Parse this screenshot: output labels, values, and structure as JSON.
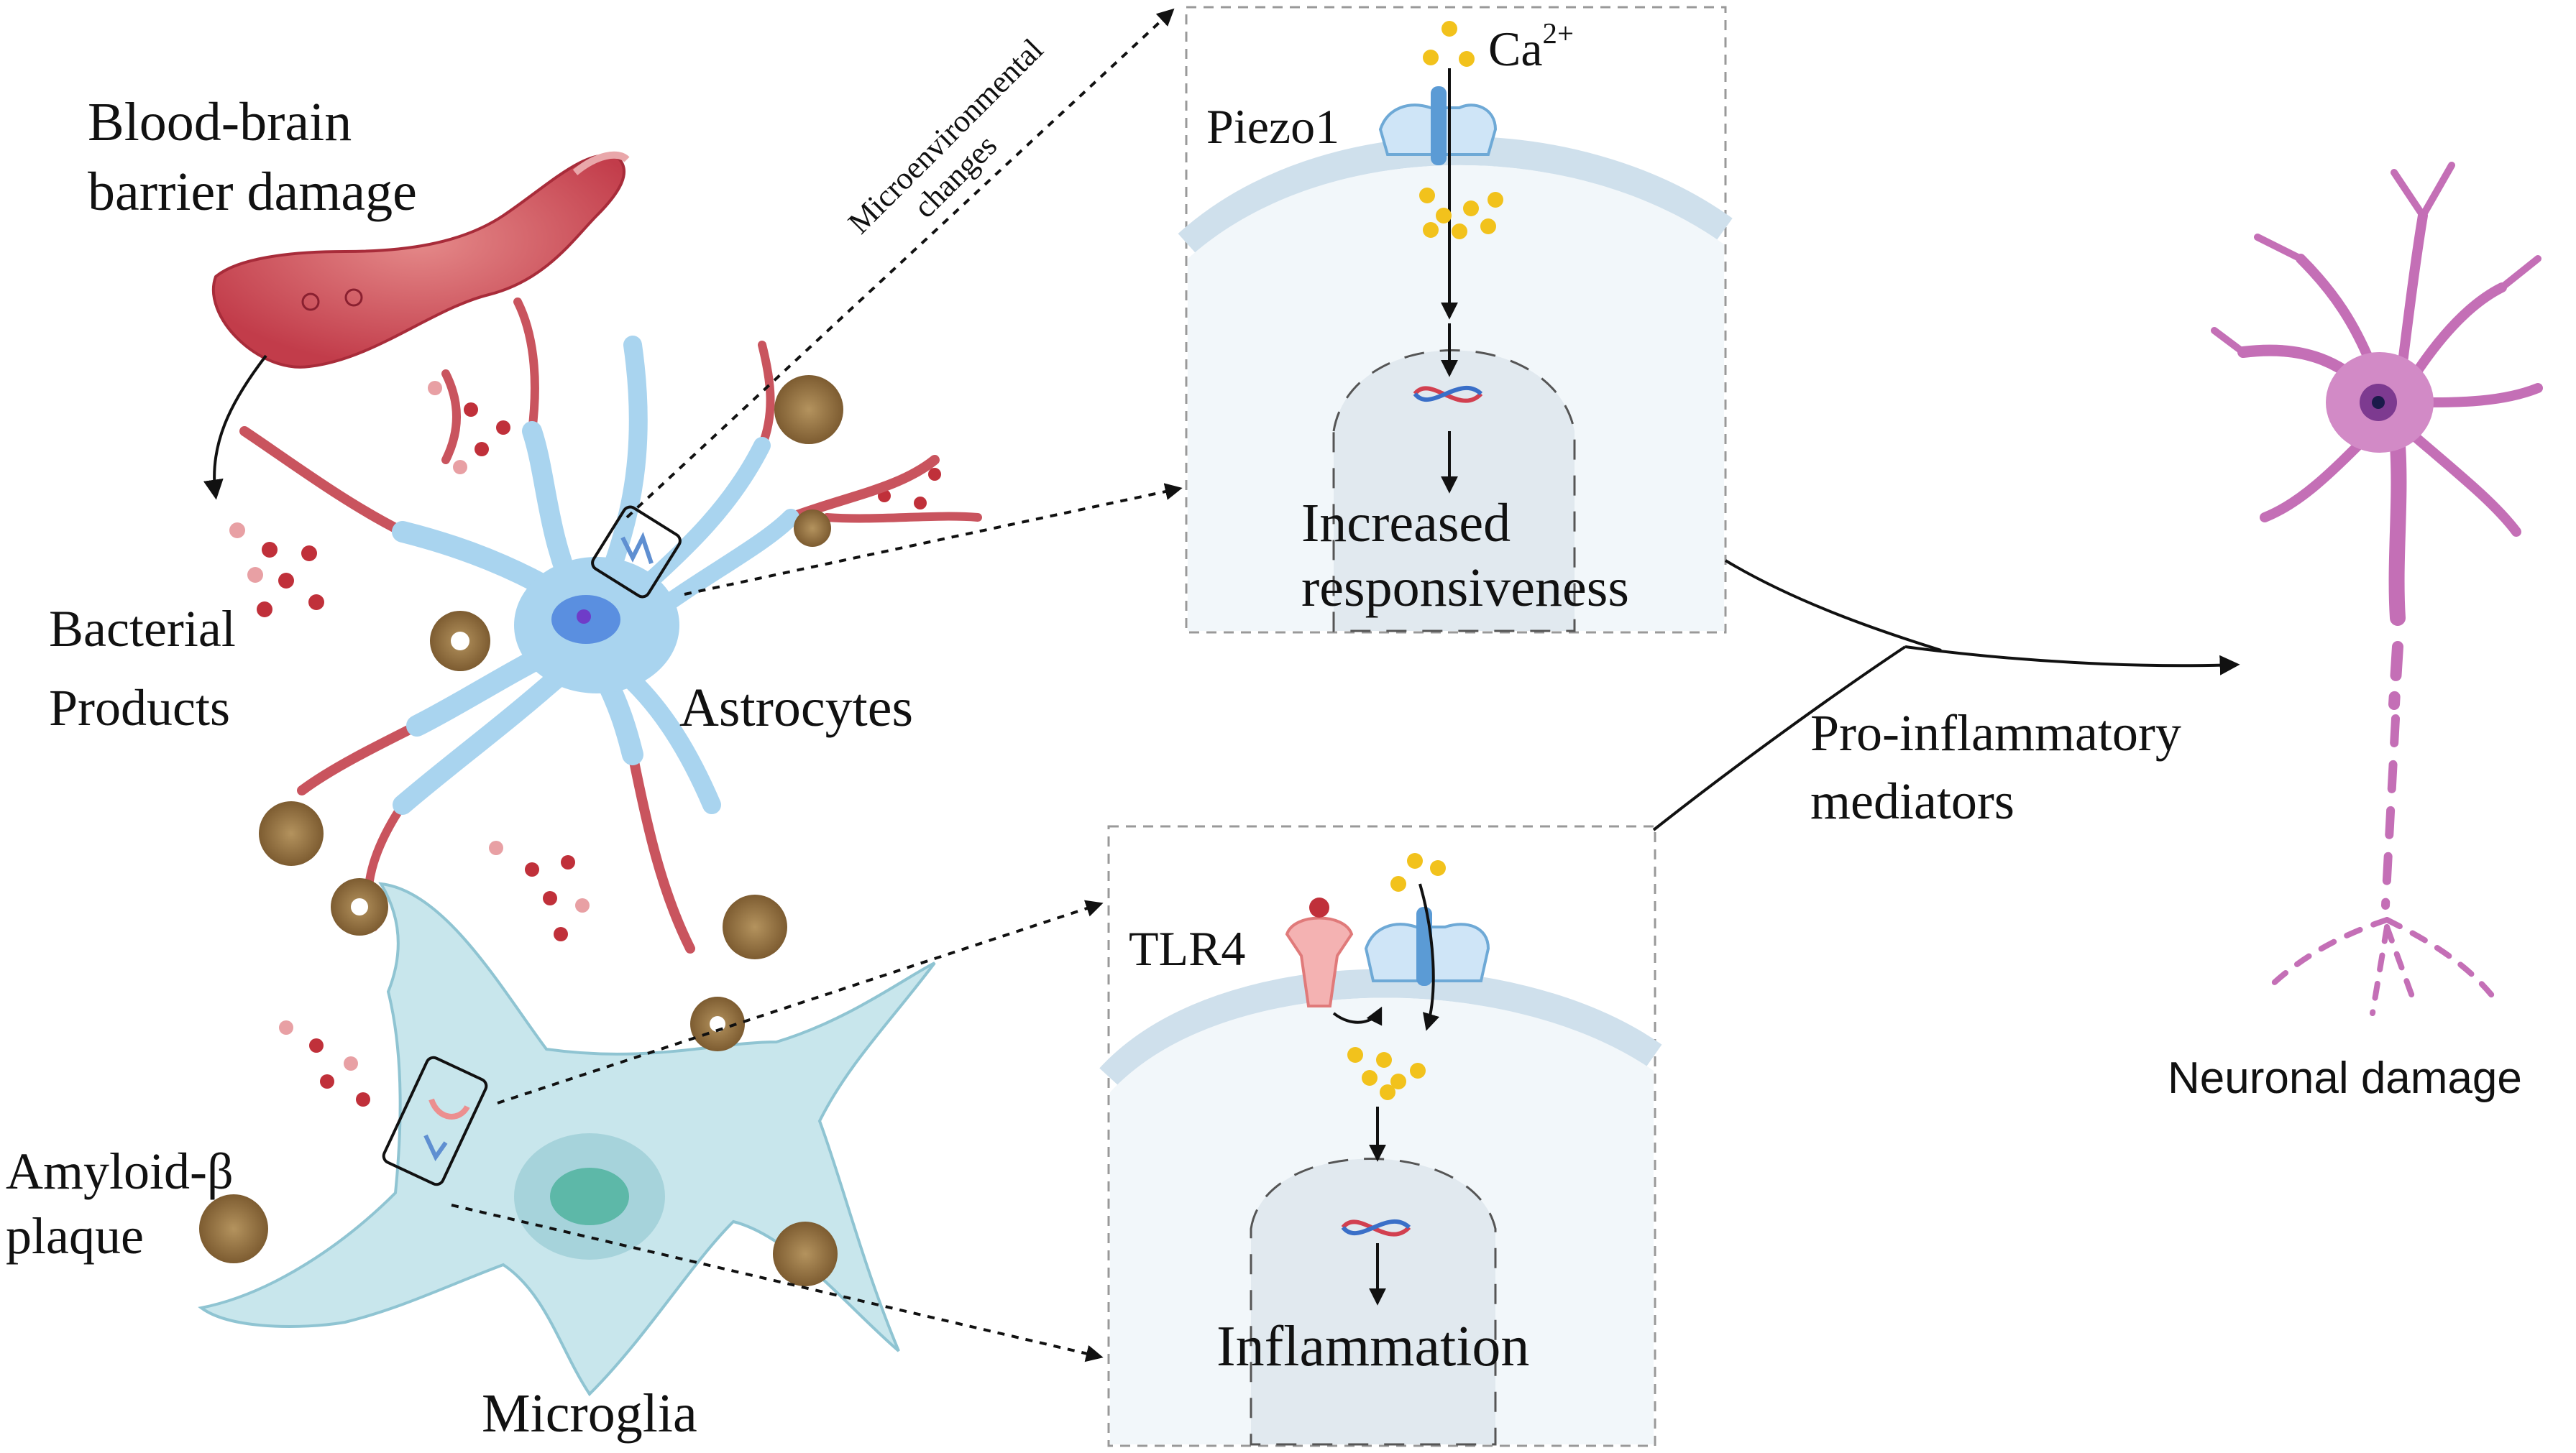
{
  "labels": {
    "bbb_line1": "Blood-brain",
    "bbb_line2": "barrier damage",
    "bacterial_line1": "Bacterial",
    "bacterial_line2": "Products",
    "amyloid_line1": "Amyloid-β",
    "amyloid_line2": "plaque",
    "astrocytes": "Astrocytes",
    "microglia": "Microglia",
    "micro_line1": "Microenvironmental",
    "micro_line2": "changes",
    "ca_base": "Ca",
    "ca_sup": "2+",
    "piezo1": "Piezo1",
    "increased_line1": "Increased",
    "increased_line2": "responsiveness",
    "tlr4": "TLR4",
    "inflammation": "Inflammation",
    "pro_line1": "Pro-inflammatory",
    "pro_line2": "mediators",
    "neuronal_damage": "Neuronal damage"
  },
  "colors": {
    "astrocyte": "#a9d4ef",
    "microglia": "#c8e6ec",
    "vessel": "#c9545e",
    "bacteria_dark": "#c0303a",
    "bacteria_light": "#e8a0a4",
    "plaque": "#9b7a4c",
    "neuron": "#c46fb6",
    "calcium": "#f2c21c",
    "channel": "#6ea9d6",
    "tlr4": "#ec8f8f"
  }
}
